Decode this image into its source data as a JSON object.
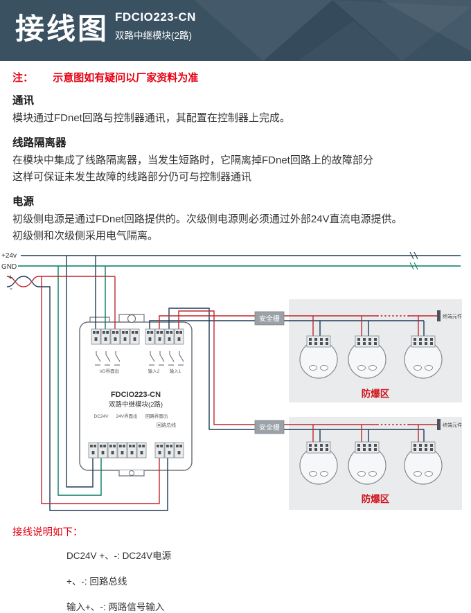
{
  "header": {
    "title": "接线图",
    "model": "FDCIO223-CN",
    "subtitle": "双路中继模块(2路)"
  },
  "note": {
    "prefix": "注：",
    "text": "示意图如有疑问以厂家资料为准"
  },
  "sections": [
    {
      "heading": "通讯",
      "line1": "模块通过FDnet回路与控制器通讯，其配置在控制器上完成。",
      "line2": ""
    },
    {
      "heading": "线路隔离器",
      "line1": "在模块中集成了线路隔离器，当发生短路时，它隔离掉FDnet回路上的故障部分",
      "line2": "这样可保证未发生故障的线路部分仍可与控制器通讯"
    },
    {
      "heading": "电源",
      "line1": "初级侧电源是通过FDnet回路提供的。次级侧电源则必须通过外部24V直流电源提供。",
      "line2": "初级侧和次级侧采用电气隔离。"
    }
  ],
  "diagram": {
    "bus": {
      "plus24": "+24v",
      "gnd": "GND",
      "plus": "+",
      "minus": "-"
    },
    "module": {
      "model": "FDCIO223-CN",
      "name": "双路中继模块(2路)",
      "label_io": "I/O界面出",
      "label_in2": "输入2",
      "label_in1": "输入1",
      "label_dc24": "DC24V",
      "label_24out": "24V界面出",
      "label_loopout": "回路界面出",
      "label_loopbus": "回路总线"
    },
    "barrier1": "安全栅",
    "barrier2": "安全栅",
    "zone1": "防爆区",
    "zone2": "防爆区",
    "terminal1": "终端元件",
    "terminal2": "终端元件"
  },
  "legend": {
    "title": "接线说明如下：",
    "items": [
      "DC24V +、-:  DC24V电源",
      "+、-:  回路总线",
      "输入+、-:  两路信号输入"
    ]
  },
  "colors": {
    "header_bg": "#3a5162",
    "accent_red": "#e60012",
    "wire_red": "#c1272d",
    "wire_green": "#007a60",
    "wire_dark": "#1d3a57",
    "zone_bg": "#e9ebec",
    "barrier_bg": "#9aa1a7"
  }
}
